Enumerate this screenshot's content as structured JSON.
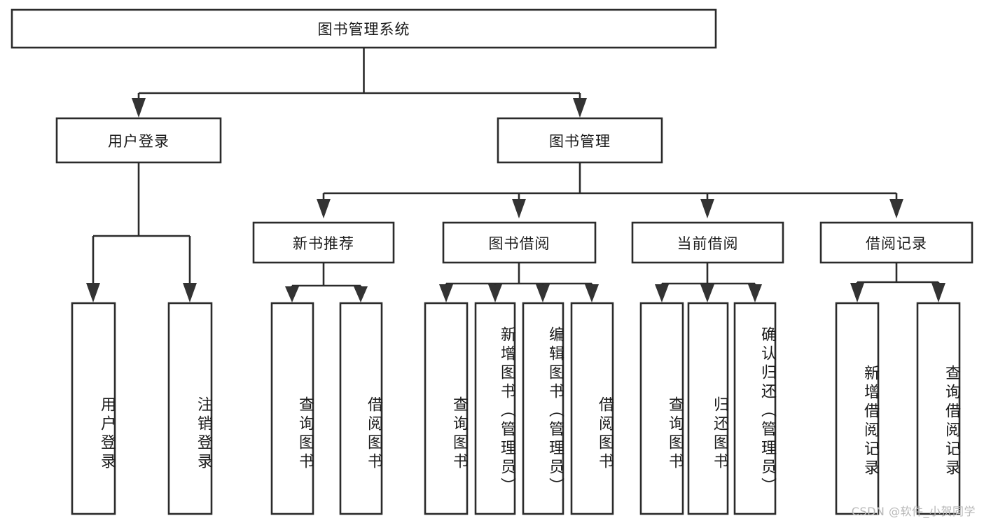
{
  "diagram": {
    "type": "tree",
    "title": "图书管理系统",
    "orientation": "top-down",
    "colors": {
      "box_fill": "#ffffff",
      "box_stroke": "#2b2b2b",
      "connector": "#2b2b2b",
      "text": "#1b1b1b",
      "watermark": "#b7b7b7"
    },
    "root": {
      "label": "图书管理系统",
      "level": 0,
      "orientation": "horizontal"
    },
    "level2": [
      {
        "label": "用户登录",
        "orientation": "horizontal"
      },
      {
        "label": "图书管理",
        "orientation": "horizontal"
      }
    ],
    "level3": [
      {
        "label": "新书推荐",
        "orientation": "horizontal",
        "parent": "图书管理"
      },
      {
        "label": "图书借阅",
        "orientation": "horizontal",
        "parent": "图书管理"
      },
      {
        "label": "当前借阅",
        "orientation": "horizontal",
        "parent": "图书管理"
      },
      {
        "label": "借阅记录",
        "orientation": "horizontal",
        "parent": "图书管理"
      }
    ],
    "leaves": [
      {
        "label": "用户登录",
        "parent": "用户登录",
        "orientation": "vertical"
      },
      {
        "label": "注销登录",
        "parent": "用户登录",
        "orientation": "vertical"
      },
      {
        "label": "查询图书",
        "parent": "新书推荐",
        "orientation": "vertical"
      },
      {
        "label": "借阅图书",
        "parent": "新书推荐",
        "orientation": "vertical"
      },
      {
        "label": "查询图书",
        "parent": "图书借阅",
        "orientation": "vertical"
      },
      {
        "label": "新增图书（管理员）",
        "parent": "图书借阅",
        "orientation": "vertical"
      },
      {
        "label": "编辑图书（管理员）",
        "parent": "图书借阅",
        "orientation": "vertical"
      },
      {
        "label": "借阅图书",
        "parent": "图书借阅",
        "orientation": "vertical"
      },
      {
        "label": "查询图书",
        "parent": "当前借阅",
        "orientation": "vertical"
      },
      {
        "label": "归还图书",
        "parent": "当前借阅",
        "orientation": "vertical"
      },
      {
        "label": "确认归还（管理员）",
        "parent": "当前借阅",
        "orientation": "vertical"
      },
      {
        "label": "新增借阅记录",
        "parent": "借阅记录",
        "orientation": "vertical"
      },
      {
        "label": "查询借阅记录",
        "parent": "借阅记录",
        "orientation": "vertical"
      }
    ],
    "watermark": "CSDN @软件_小贺同学"
  }
}
